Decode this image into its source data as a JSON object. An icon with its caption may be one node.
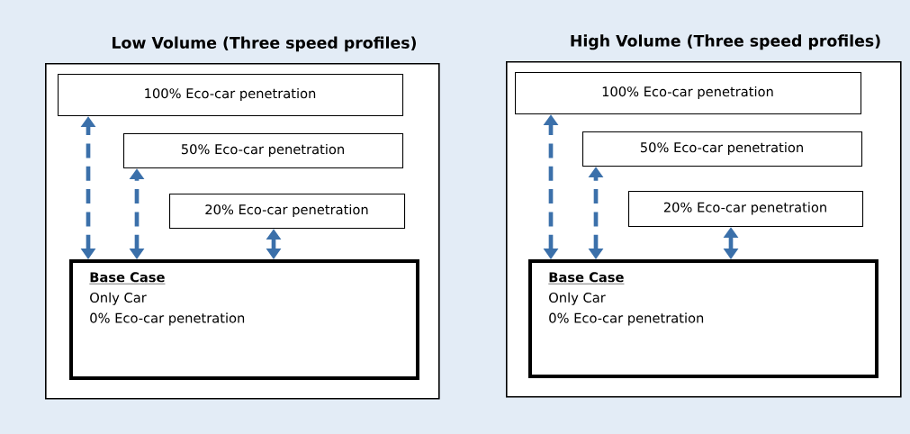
{
  "diagram": {
    "nodes": [
      {
        "text": [
          "Low Volume (Three speed profiles)"
        ]
      },
      {
        "text": [
          "100% Eco-car penetration"
        ],
        "in": 0
      },
      {
        "text": [
          "50% Eco-car penetration"
        ],
        "in": 0
      },
      {
        "text": [
          "20% Eco-car penetration"
        ],
        "in": 0
      },
      {
        "text": [
          "Base Case",
          "Only Car",
          "0% Eco-car penetration"
        ],
        "in": 0
      },
      {
        "text": [
          "High Volume (Three speed profiles)"
        ]
      },
      {
        "text": [
          "100% Eco-car penetration"
        ],
        "in": 5
      },
      {
        "text": [
          "50% Eco-car penetration"
        ],
        "in": 5
      },
      {
        "text": [
          "20% Eco-car penetration"
        ],
        "in": 5
      },
      {
        "text": [
          "Base Case",
          "Only Car",
          "0% Eco-car penetration"
        ],
        "in": 5
      }
    ],
    "edges": [
      {
        "from": 4,
        "to": 1,
        "arrow": "both",
        "style": "dashed"
      },
      {
        "from": 4,
        "to": 2,
        "arrow": "both",
        "style": "dashed"
      },
      {
        "from": 4,
        "to": 3,
        "arrow": "both"
      },
      {
        "from": 9,
        "to": 6,
        "arrow": "both",
        "style": "dashed"
      },
      {
        "from": 9,
        "to": 7,
        "arrow": "both",
        "style": "dashed"
      },
      {
        "from": 9,
        "to": 8,
        "arrow": "both"
      }
    ]
  }
}
